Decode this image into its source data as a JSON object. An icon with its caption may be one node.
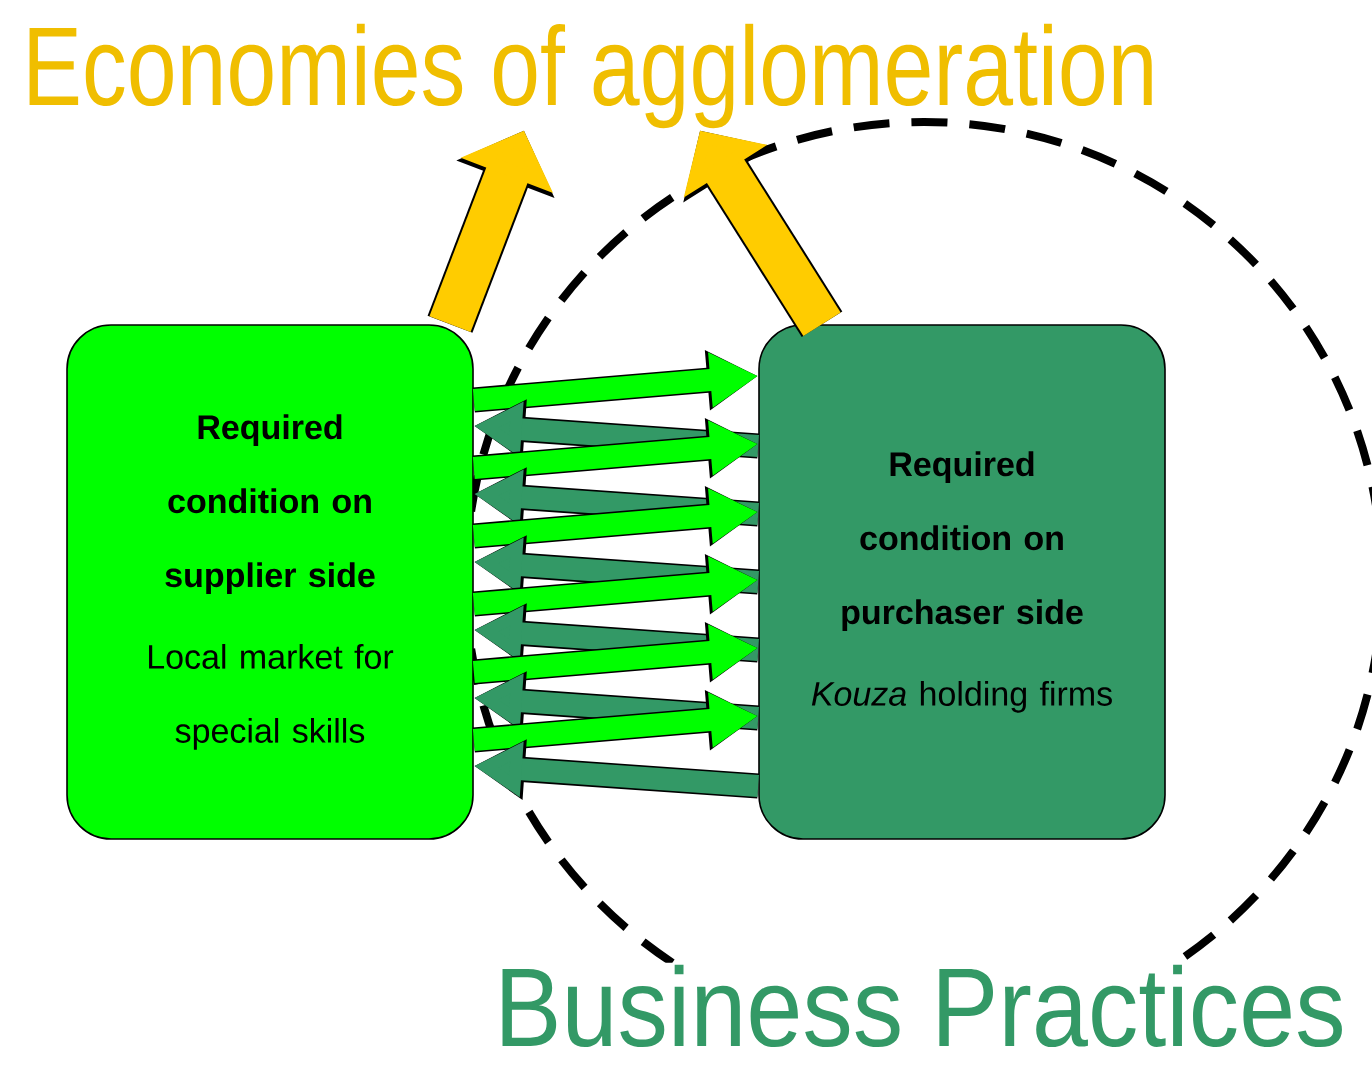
{
  "diagram": {
    "nodes": [
      {
        "text": [
          "Economies of agglomeration"
        ]
      },
      {
        "text": [
          "Required condition on supplier side",
          "Local market for special skills"
        ]
      },
      {
        "text": [
          "Required condition on purchaser side",
          "*Kouza* holding firms"
        ]
      }
    ],
    "labels": [
      "Business Practices"
    ],
    "edges": [
      {
        "from": 1,
        "to": 0,
        "arrow": "to",
        "style": "thick",
        "color": "#ffcc00"
      },
      {
        "from": 2,
        "to": 0,
        "arrow": "to",
        "style": "thick",
        "color": "#ffcc00"
      },
      {
        "from": 1,
        "to": 2,
        "arrow": "to",
        "color": "#00ff00"
      },
      {
        "from": 2,
        "to": 1,
        "arrow": "to",
        "color": "#339966"
      },
      {
        "from": 1,
        "to": 2,
        "arrow": "to",
        "color": "#00ff00"
      },
      {
        "from": 2,
        "to": 1,
        "arrow": "to",
        "color": "#339966"
      },
      {
        "from": 1,
        "to": 2,
        "arrow": "to",
        "color": "#00ff00"
      },
      {
        "from": 2,
        "to": 1,
        "arrow": "to",
        "color": "#339966"
      },
      {
        "from": 1,
        "to": 2,
        "arrow": "to",
        "color": "#00ff00"
      },
      {
        "from": 2,
        "to": 1,
        "arrow": "to",
        "color": "#339966"
      },
      {
        "from": 1,
        "to": 2,
        "arrow": "to",
        "color": "#00ff00"
      },
      {
        "from": 2,
        "to": 1,
        "arrow": "to",
        "color": "#339966"
      },
      {
        "from": 1,
        "to": 2,
        "arrow": "to",
        "color": "#00ff00"
      },
      {
        "from": 2,
        "to": 1,
        "arrow": "to",
        "color": "#339966"
      }
    ]
  }
}
